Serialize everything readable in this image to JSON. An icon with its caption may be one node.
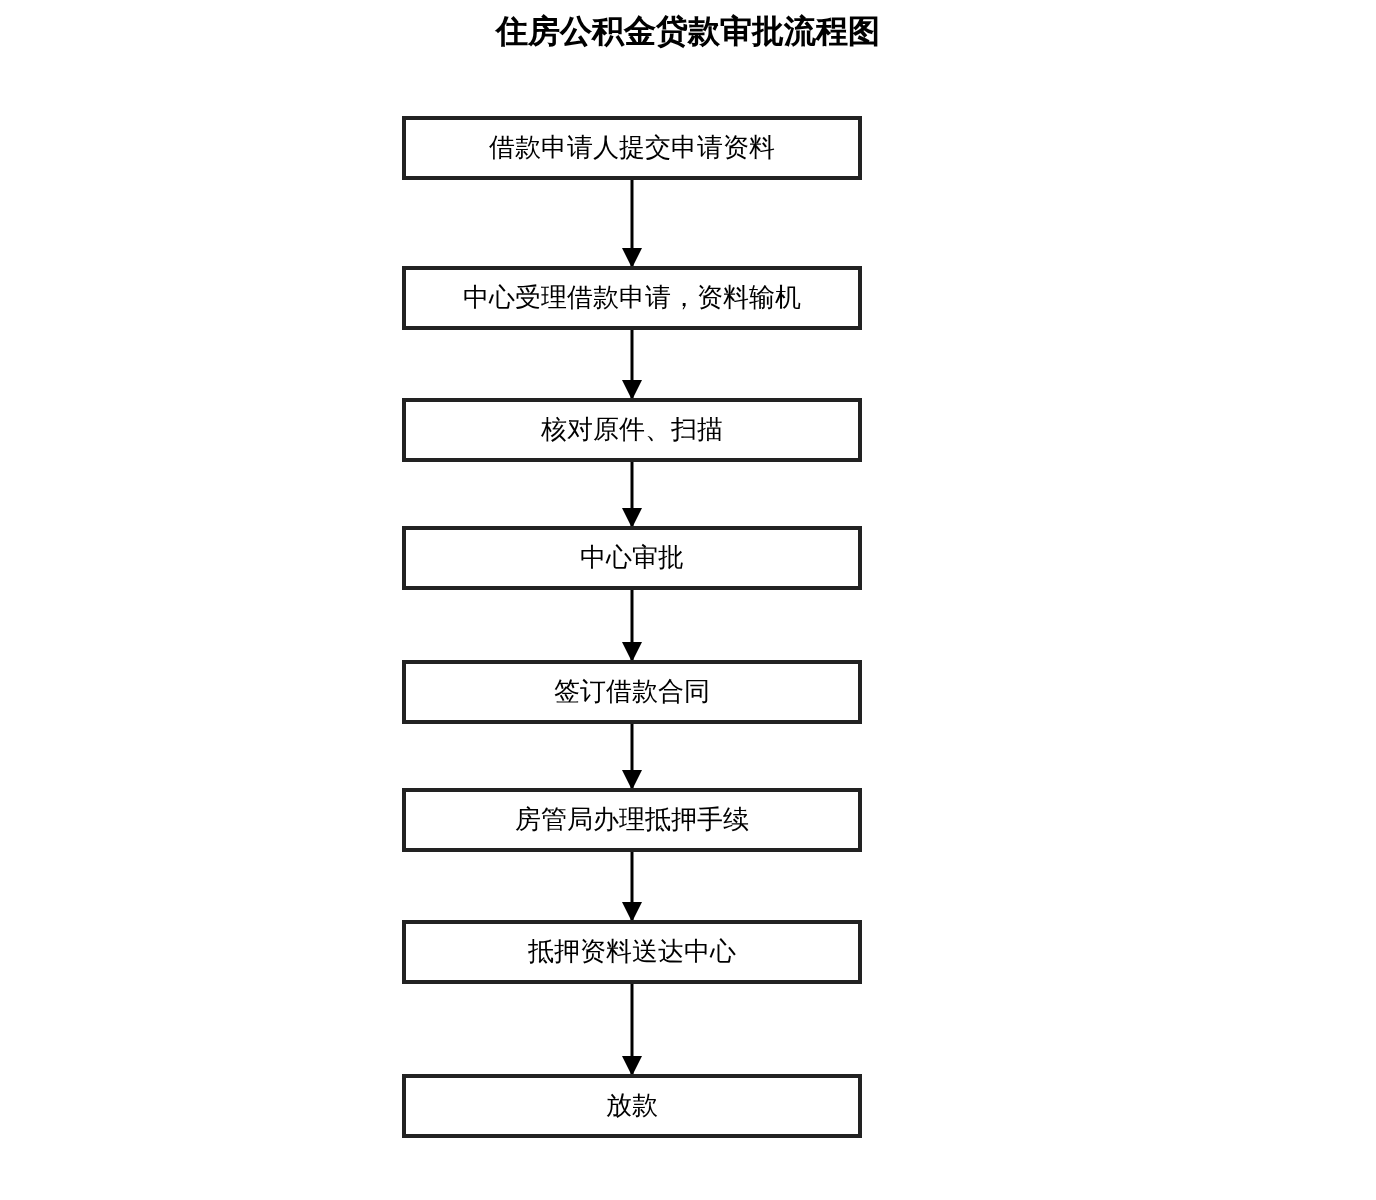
{
  "diagram": {
    "title": "住房公积金贷款审批流程图",
    "nodes": [
      {
        "text": [
          "借款申请人提交申请资料"
        ]
      },
      {
        "text": [
          "中心受理借款申请，资料输机"
        ]
      },
      {
        "text": [
          "核对原件、扫描"
        ]
      },
      {
        "text": [
          "中心审批"
        ]
      },
      {
        "text": [
          "签订借款合同"
        ]
      },
      {
        "text": [
          "房管局办理抵押手续"
        ]
      },
      {
        "text": [
          "抵押资料送达中心"
        ]
      },
      {
        "text": [
          "放款"
        ]
      }
    ],
    "edges": [
      {
        "from": 0,
        "to": 1,
        "arrow": "to"
      },
      {
        "from": 1,
        "to": 2,
        "arrow": "to"
      },
      {
        "from": 2,
        "to": 3,
        "arrow": "to"
      },
      {
        "from": 3,
        "to": 4,
        "arrow": "to"
      },
      {
        "from": 4,
        "to": 5,
        "arrow": "to"
      },
      {
        "from": 5,
        "to": 6,
        "arrow": "to"
      },
      {
        "from": 6,
        "to": 7,
        "arrow": "to"
      }
    ]
  }
}
